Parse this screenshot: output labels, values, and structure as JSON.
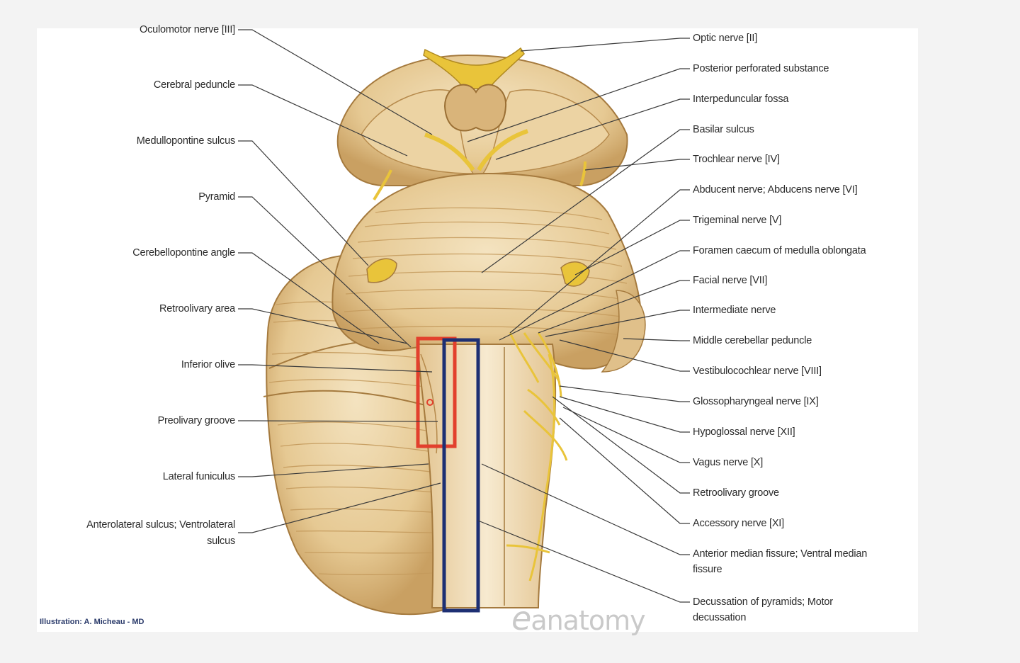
{
  "diagram": {
    "labels_left": [
      {
        "id": "oculomotor",
        "text": "Oculomotor nerve [III]"
      },
      {
        "id": "cerebral-peduncle",
        "text": "Cerebral peduncle"
      },
      {
        "id": "medullopontine",
        "text": "Medullopontine sulcus"
      },
      {
        "id": "pyramid",
        "text": "Pyramid"
      },
      {
        "id": "cerebellopontine",
        "text": "Cerebellopontine angle"
      },
      {
        "id": "retroolivary-area",
        "text": "Retroolivary area"
      },
      {
        "id": "inferior-olive",
        "text": "Inferior olive"
      },
      {
        "id": "preolivary",
        "text": "Preolivary groove"
      },
      {
        "id": "lateral-funiculus",
        "text": "Lateral funiculus"
      },
      {
        "id": "anterolateral",
        "text": "Anterolateral sulcus; Ventrolateral",
        "text2": "sulcus"
      }
    ],
    "labels_right": [
      {
        "id": "optic",
        "text": "Optic nerve [II]"
      },
      {
        "id": "post-perforated",
        "text": "Posterior perforated substance"
      },
      {
        "id": "interpeduncular",
        "text": "Interpeduncular fossa"
      },
      {
        "id": "basilar",
        "text": "Basilar sulcus"
      },
      {
        "id": "trochlear",
        "text": "Trochlear nerve [IV]"
      },
      {
        "id": "abducent",
        "text": "Abducent nerve; Abducens nerve [VI]"
      },
      {
        "id": "trigeminal",
        "text": "Trigeminal nerve [V]"
      },
      {
        "id": "foramen-caecum",
        "text": "Foramen caecum of medulla oblongata"
      },
      {
        "id": "facial",
        "text": "Facial nerve [VII]"
      },
      {
        "id": "intermediate",
        "text": "Intermediate nerve"
      },
      {
        "id": "middle-cerebellar",
        "text": "Middle cerebellar peduncle"
      },
      {
        "id": "vestibulocochlear",
        "text": "Vestibulocochlear nerve [VIII]"
      },
      {
        "id": "glossopharyngeal",
        "text": "Glossopharyngeal nerve [IX]"
      },
      {
        "id": "hypoglossal",
        "text": "Hypoglossal nerve [XII]"
      },
      {
        "id": "vagus",
        "text": "Vagus nerve [X]"
      },
      {
        "id": "retroolivary-groove",
        "text": "Retroolivary groove"
      },
      {
        "id": "accessory",
        "text": "Accessory nerve [XI]"
      },
      {
        "id": "anterior-median",
        "text": "Anterior median fissure; Ventral median",
        "text2": "fissure"
      },
      {
        "id": "decussation",
        "text": "Decussation of pyramids; Motor",
        "text2": "decussation"
      }
    ]
  },
  "credit": "Illustration: A. Micheau - MD",
  "watermark": "anatomy",
  "colors": {
    "tissue": "#e8cc98",
    "tissue_light": "#f3e2bd",
    "tissue_dark": "#a57a3e",
    "nerve": "#e9c43a",
    "highlight_red": "#e2402d",
    "highlight_blue": "#1d2f73"
  }
}
